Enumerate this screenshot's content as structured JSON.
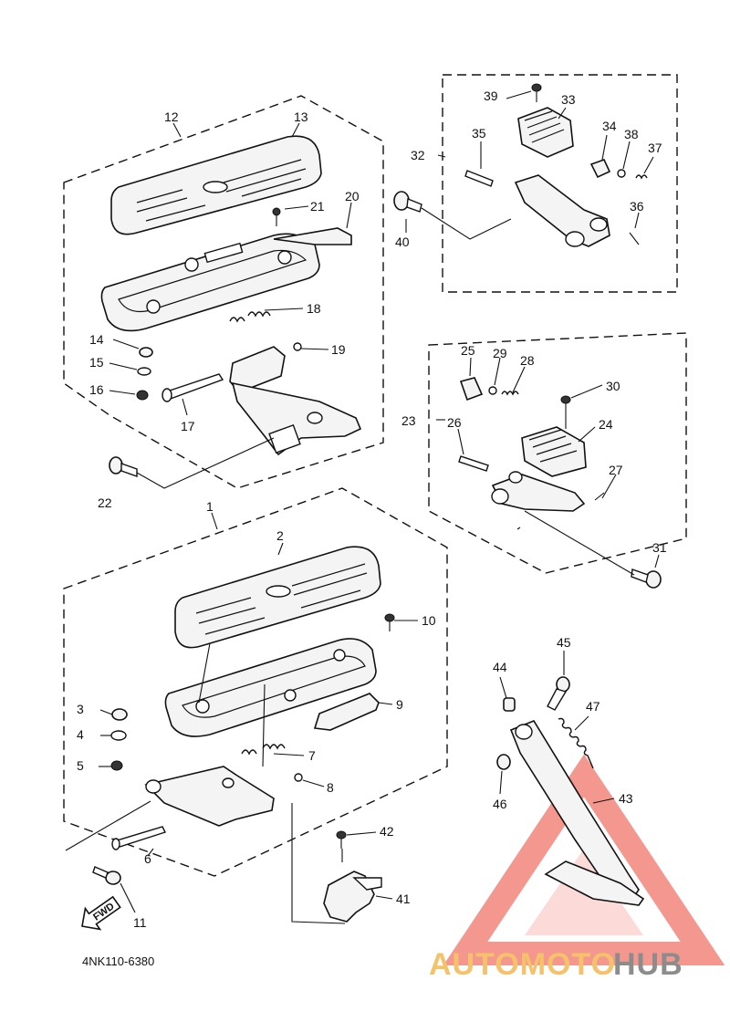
{
  "diagram_code": "4NK110-6380",
  "fwd_label": "FWD",
  "watermark": {
    "part1": "AUTOMOTO",
    "part2": "HUB",
    "color_triangle": "#ef6b5e",
    "color_text1": "#f5c26b",
    "color_text2": "#8c8c8c"
  },
  "callouts": {
    "c1": "1",
    "c2": "2",
    "c3": "3",
    "c4": "4",
    "c5": "5",
    "c6": "6",
    "c7": "7",
    "c8": "8",
    "c9": "9",
    "c10": "10",
    "c11": "11",
    "c12": "12",
    "c13": "13",
    "c14": "14",
    "c15": "15",
    "c16": "16",
    "c17": "17",
    "c18": "18",
    "c19": "19",
    "c20": "20",
    "c21": "21",
    "c22": "22",
    "c23": "23",
    "c24": "24",
    "c25": "25",
    "c26": "26",
    "c27": "27",
    "c28": "28",
    "c29": "29",
    "c30": "30",
    "c31": "31",
    "c32": "32",
    "c33": "33",
    "c34": "34",
    "c35": "35",
    "c36": "36",
    "c37": "37",
    "c38": "38",
    "c39": "39",
    "c40": "40",
    "c41": "41",
    "c42": "42",
    "c43": "43",
    "c44": "44",
    "c45": "45",
    "c46": "46",
    "c47": "47"
  }
}
